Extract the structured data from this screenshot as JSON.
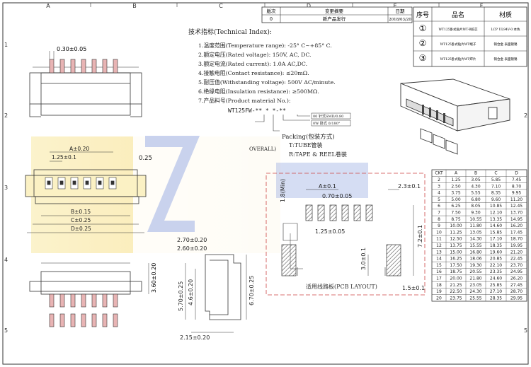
{
  "frame": {
    "columns": [
      "A",
      "B",
      "C",
      "D",
      "E",
      "F"
    ],
    "rows": [
      "1",
      "2",
      "3",
      "4",
      "5"
    ]
  },
  "revision": {
    "headers": [
      "版次",
      "变更摘要",
      "日期"
    ],
    "row": [
      "0",
      "新产品发行",
      "2018/03/20"
    ]
  },
  "spec": {
    "title": "技术指标(Technical Index):",
    "items": [
      "1.温度范围(Temperature range): -25° C~+85° C.",
      "2.额定电压(Rated voltage): 150V, AC, DC.",
      "3.额定电流(Rated current): 1.0A AC,DC.",
      "4.接触电阻(Contact resistance): ≤20mΩ.",
      "5.耐压值(Withstanding voltage): 500V AC/minute.",
      "6.绝缘电阻(Insulation resistance): ≥500MΩ.",
      "7.产品料号(Product material No.):"
    ],
    "part_no": "WT125FW-** * *-**",
    "sub1": "00 针式SMD/0.80",
    "sub2": "0W 卧式 0/180°",
    "pcs": "OVERALL)",
    "packing": "Packing(包装方式)",
    "tube": "T:TUBE管装",
    "reel": "R:TAPE & REEL卷装"
  },
  "parts": {
    "headers": [
      "序号",
      "品名",
      "材质"
    ],
    "rows": [
      {
        "no": "①",
        "name": "WT125卧式贴片WT-B胶芯",
        "mat": "LCP UL94V-0 本色"
      },
      {
        "no": "②",
        "name": "WT125卧式贴片WT端子",
        "mat": "铜合金 表面镀锡"
      },
      {
        "no": "③",
        "name": "WT125卧式贴片WT焊片",
        "mat": "铜合金 表面镀锡"
      }
    ]
  },
  "dims": {
    "pitch_top": "0.30±0.05",
    "a": "A±0.20",
    "pitch": "1.25±0.1",
    "side": "0.25",
    "b": "B±0.15",
    "c": "C±0.25",
    "d": "D±0.25",
    "h1": "3.60±0.20",
    "s1": "2.70±0.20",
    "s2": "2.60±0.20",
    "s3": "5.70±0.25",
    "s4": "4.6±0.20",
    "s5": "6.70±0.25",
    "s6": "2.15±0.20",
    "p_a": "A±0.1",
    "p_w": "0.70±0.05",
    "p_pitch": "1.25±0.05",
    "p_r": "2.3±0.1",
    "p_h": "1.8(Min)",
    "p_v": "7.2±0.1",
    "p_f": "3.0±0.1",
    "p_g": "1.5±0.1",
    "pcb": "适用线路板(PCB LAYOUT)"
  },
  "ckt": {
    "headers": [
      "CKT",
      "A",
      "B",
      "C",
      "D"
    ],
    "rows": [
      [
        "2",
        "1.25",
        "3.05",
        "5.85",
        "7.45"
      ],
      [
        "3",
        "2.50",
        "4.30",
        "7.10",
        "8.70"
      ],
      [
        "4",
        "3.75",
        "5.55",
        "8.35",
        "9.95"
      ],
      [
        "5",
        "5.00",
        "6.80",
        "9.60",
        "11.20"
      ],
      [
        "6",
        "6.25",
        "8.05",
        "10.85",
        "12.45"
      ],
      [
        "7",
        "7.50",
        "9.30",
        "12.10",
        "13.70"
      ],
      [
        "8",
        "8.75",
        "10.55",
        "13.35",
        "14.95"
      ],
      [
        "9",
        "10.00",
        "11.80",
        "14.60",
        "16.20"
      ],
      [
        "10",
        "11.25",
        "13.05",
        "15.85",
        "17.45"
      ],
      [
        "11",
        "12.50",
        "14.30",
        "17.10",
        "18.70"
      ],
      [
        "12",
        "13.75",
        "15.55",
        "18.35",
        "19.95"
      ],
      [
        "13",
        "15.00",
        "16.80",
        "19.60",
        "21.20"
      ],
      [
        "14",
        "16.25",
        "18.06",
        "20.85",
        "22.45"
      ],
      [
        "15",
        "17.50",
        "19.30",
        "22.10",
        "23.70"
      ],
      [
        "16",
        "18.75",
        "20.55",
        "23.35",
        "24.95"
      ],
      [
        "17",
        "20.00",
        "21.80",
        "24.60",
        "26.20"
      ],
      [
        "18",
        "21.25",
        "23.05",
        "25.85",
        "27.45"
      ],
      [
        "19",
        "22.50",
        "24.30",
        "27.10",
        "28.70"
      ],
      [
        "20",
        "23.75",
        "25.55",
        "28.35",
        "29.95"
      ]
    ]
  },
  "colors": {
    "line": "#333333",
    "watermark": "#f0c020",
    "watermark_blue": "#3a5fc8",
    "hatch": "#555555"
  }
}
